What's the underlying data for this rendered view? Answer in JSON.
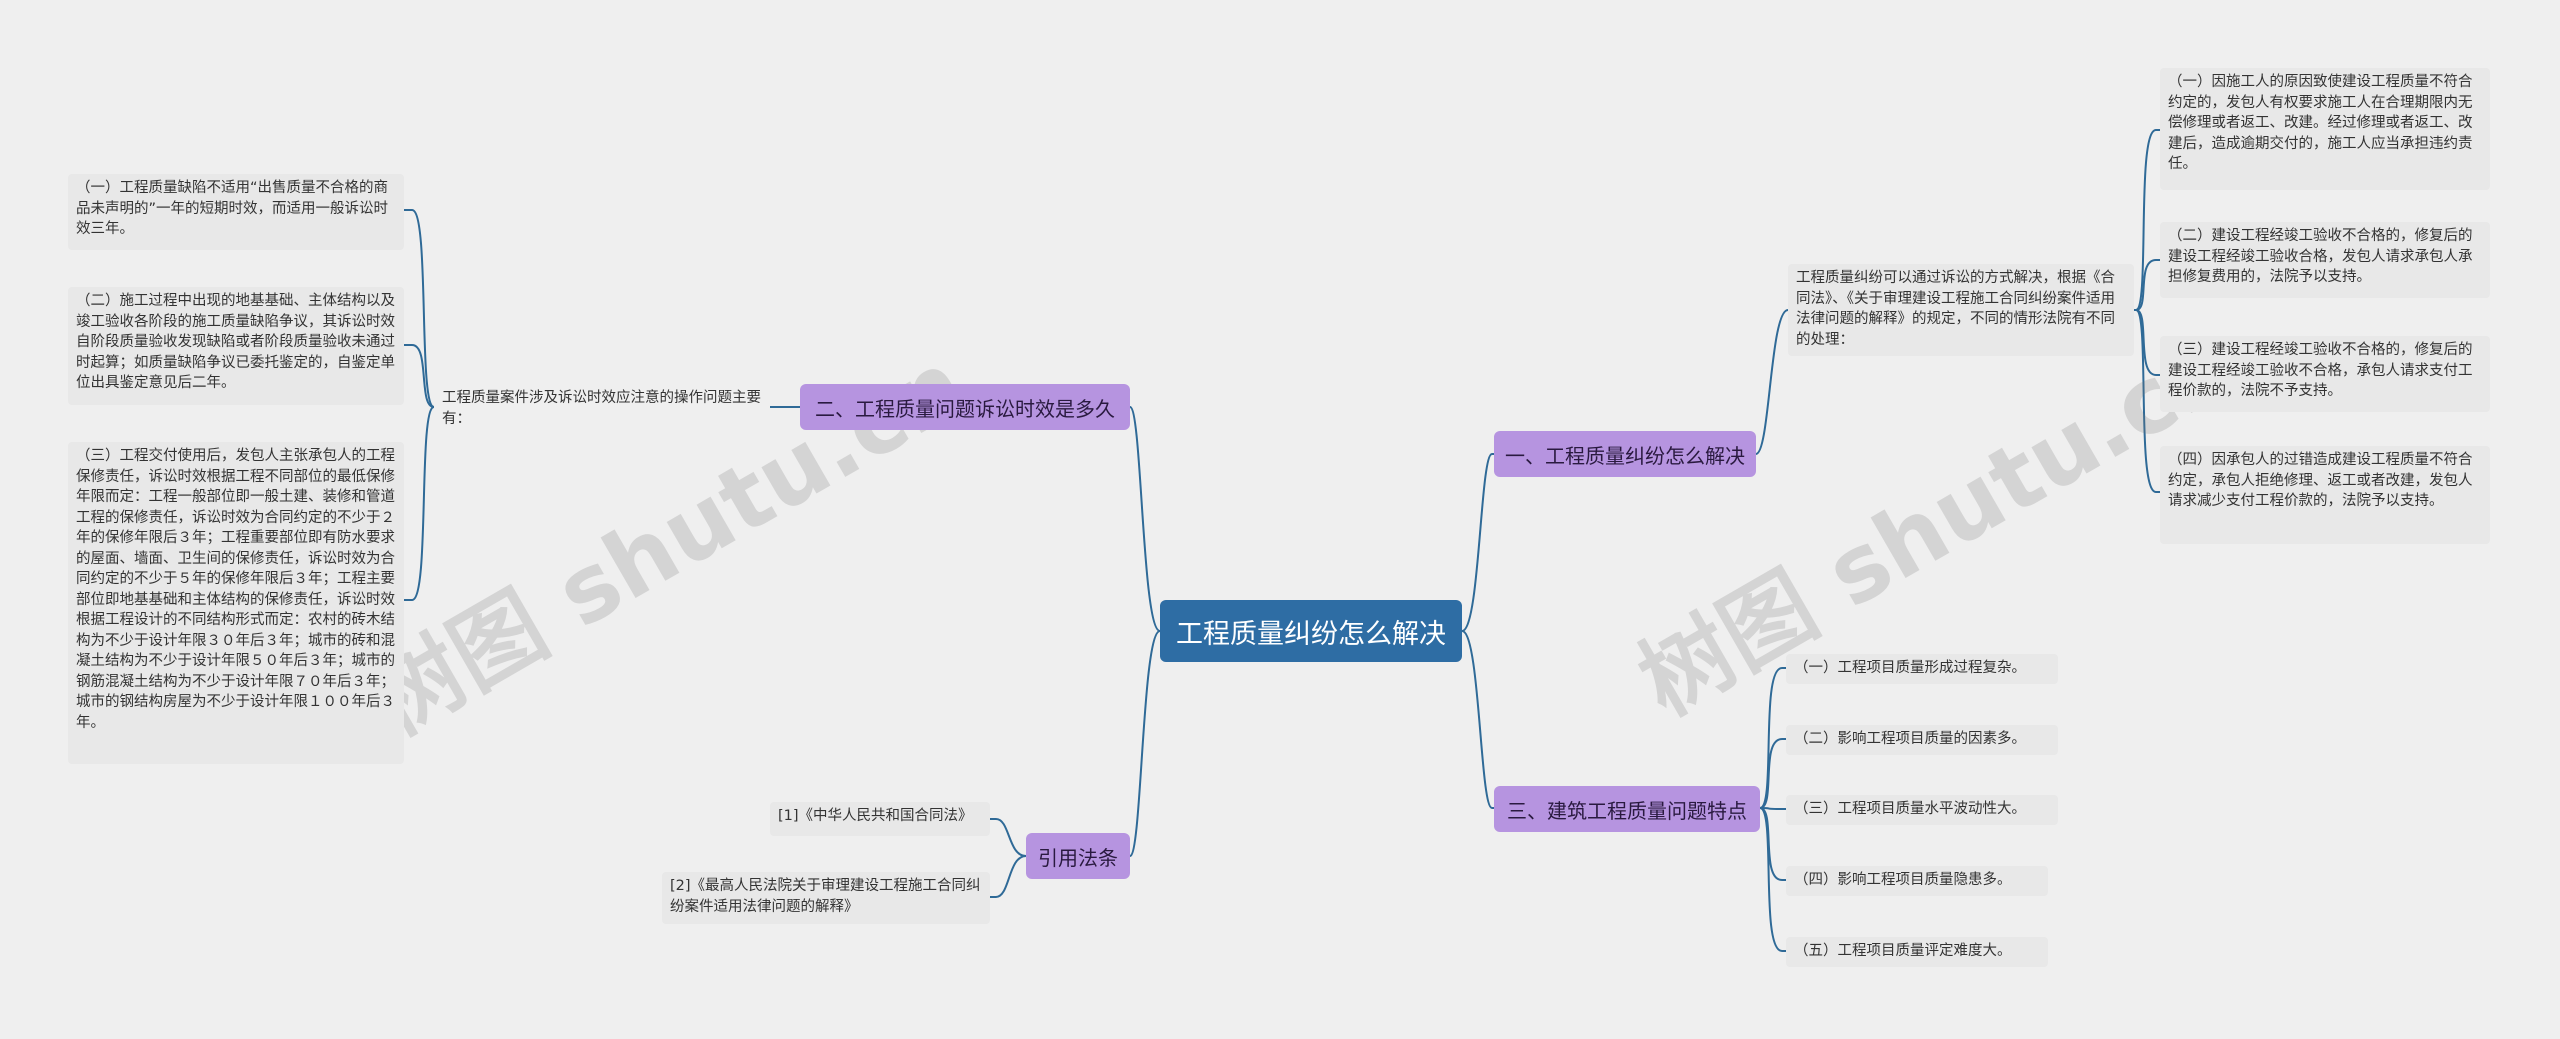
{
  "root": {
    "label": "工程质量纠纷怎么解决"
  },
  "watermark": "树图 shutu.cn",
  "right": {
    "b1": {
      "label": "一、工程质量纠纷怎么解决",
      "intro": "工程质量纠纷可以通过诉讼的方式解决，根据《合同法》、《关于审理建设工程施工合同纠纷案件适用法律问题的解释》的规定，不同的情形法院有不同的处理：",
      "items": [
        "（一）因施工人的原因致使建设工程质量不符合约定的，发包人有权要求施工人在合理期限内无偿修理或者返工、改建。经过修理或者返工、改建后，造成逾期交付的，施工人应当承担违约责任。",
        "（二）建设工程经竣工验收不合格的，修复后的建设工程经竣工验收合格，发包人请求承包人承担修复费用的，法院予以支持。",
        "（三）建设工程经竣工验收不合格的，修复后的建设工程经竣工验收不合格，承包人请求支付工程价款的，法院不予支持。",
        "（四）因承包人的过错造成建设工程质量不符合约定，承包人拒绝修理、返工或者改建，发包人请求减少支付工程价款的，法院予以支持。"
      ]
    },
    "b3": {
      "label": "三、建筑工程质量问题特点",
      "items": [
        "（一）工程项目质量形成过程复杂。",
        "（二）影响工程项目质量的因素多。",
        "（三）工程项目质量水平波动性大。",
        "（四）影响工程项目质量隐患多。",
        "（五）工程项目质量评定难度大。"
      ]
    }
  },
  "left": {
    "b2": {
      "label": "二、工程质量问题诉讼时效是多久",
      "intro": "工程质量案件涉及诉讼时效应注意的操作问题主要有：",
      "items": [
        "（一）工程质量缺陷不适用“出售质量不合格的商品未声明的”一年的短期时效，而适用一般诉讼时效三年。",
        "（二）施工过程中出现的地基基础、主体结构以及竣工验收各阶段的施工质量缺陷争议，其诉讼时效自阶段质量验收发现缺陷或者阶段质量验收未通过时起算；如质量缺陷争议已委托鉴定的，自鉴定单位出具鉴定意见后二年。",
        "（三）工程交付使用后，发包人主张承包人的工程保修责任，诉讼时效根据工程不同部位的最低保修年限而定：工程一般部位即一般土建、装修和管道工程的保修责任，诉讼时效为合同约定的不少于２年的保修年限后３年；工程重要部位即有防水要求的屋面、墙面、卫生间的保修责任，诉讼时效为合同约定的不少于５年的保修年限后３年；工程主要部位即地基基础和主体结构的保修责任，诉讼时效根据工程设计的不同结构形式而定：农村的砖木结构为不少于设计年限３０年后３年；城市的砖和混凝土结构为不少于设计年限５０年后３年；城市的钢筋混凝土结构为不少于设计年限７０年后３年；城市的钢结构房屋为不少于设计年限１００年后３年。"
      ]
    },
    "refs": {
      "label": "引用法条",
      "items": [
        "[1]《中华人民共和国合同法》",
        "[2]《最高人民法院关于审理建设工程施工合同纠纷案件适用法律问题的解释》"
      ]
    }
  }
}
